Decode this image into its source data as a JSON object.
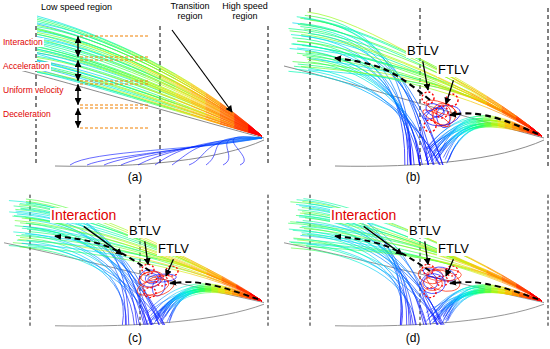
{
  "diagram": {
    "labels": [
      "Low speed region",
      "Transition region",
      "High speed region",
      "Interaction",
      "Acceleration",
      "Uniform velocity",
      "Deceleration",
      "(a)",
      "BTLV",
      "FTLV",
      "(b)",
      "Interaction",
      "BTLV",
      "FTLV",
      "(c)",
      "Interaction",
      "BTLV",
      "FTLV",
      "(d)"
    ]
  }
}
